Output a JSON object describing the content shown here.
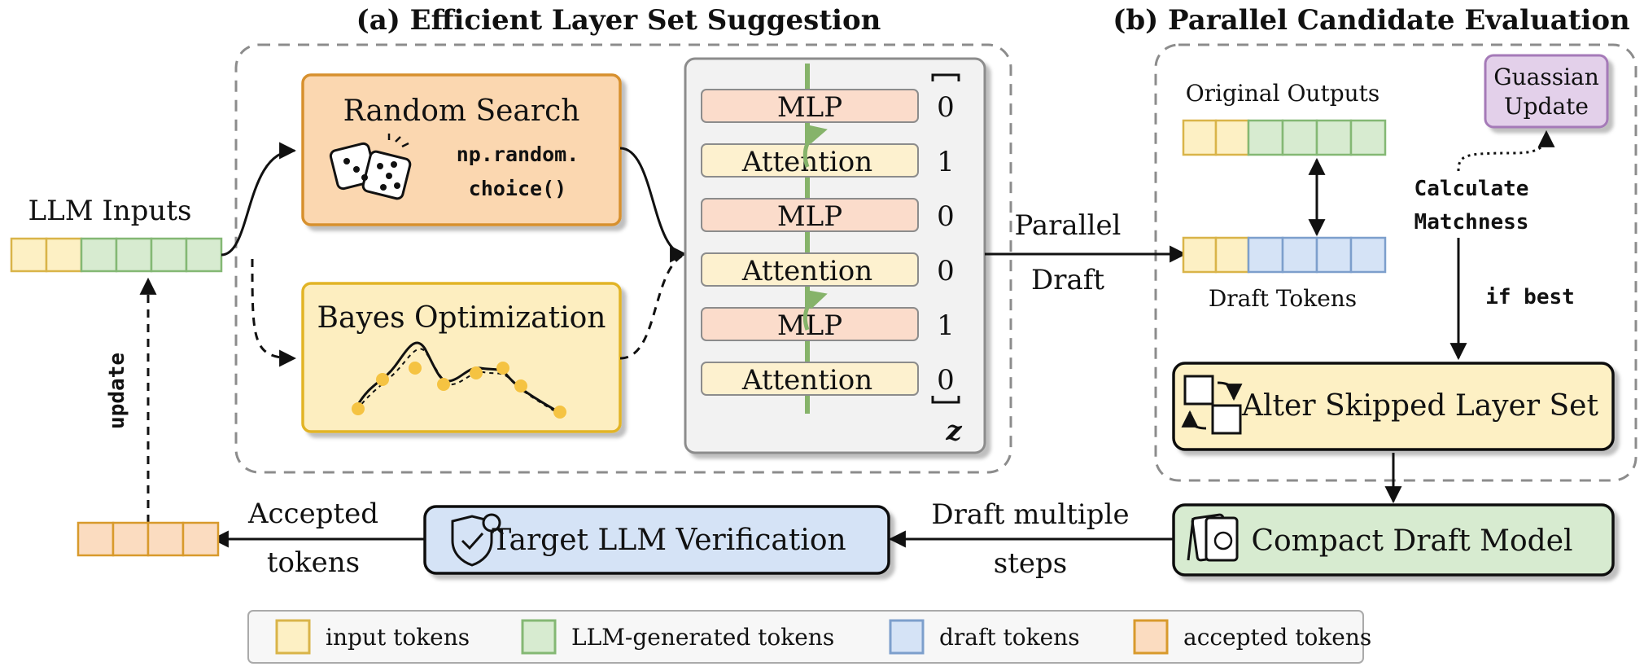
{
  "titles": {
    "a": "(a) Efficient Layer Set Suggestion",
    "b": "(b) Parallel Candidate Evaluation"
  },
  "llm_inputs": {
    "label": "LLM Inputs"
  },
  "update_label": "update",
  "random_search": {
    "title": "Random Search",
    "code_line1": "np.random.",
    "code_line2": "choice()"
  },
  "bayes": {
    "title": "Bayes Optimization"
  },
  "layers": [
    {
      "name": "MLP",
      "bit": "0"
    },
    {
      "name": "Attention",
      "bit": "1"
    },
    {
      "name": "MLP",
      "bit": "0"
    },
    {
      "name": "Attention",
      "bit": "0"
    },
    {
      "name": "MLP",
      "bit": "1"
    },
    {
      "name": "Attention",
      "bit": "0"
    }
  ],
  "z_label": "z",
  "parallel_draft": {
    "line1": "Parallel",
    "line2": "Draft"
  },
  "original_outputs": "Original Outputs",
  "draft_tokens": "Draft Tokens",
  "gaussian_update": {
    "line1": "Guassian",
    "line2": "Update"
  },
  "calculate": {
    "line1": "Calculate",
    "line2": "Matchness"
  },
  "if_best": "if best",
  "alter": "Alter Skipped Layer Set",
  "compact": "Compact Draft Model",
  "draft_multiple": {
    "line1": "Draft multiple",
    "line2": "steps"
  },
  "target_verification": "Target LLM Verification",
  "accepted": {
    "line1": "Accepted",
    "line2": "tokens"
  },
  "legend": [
    {
      "label": "input tokens",
      "color": "#fdf0c4",
      "border": "#d9b449"
    },
    {
      "label": "LLM-generated tokens",
      "color": "#d7ebd0",
      "border": "#84b874"
    },
    {
      "label": "draft tokens",
      "color": "#d5e3f6",
      "border": "#7d9fcc"
    },
    {
      "label": "accepted tokens",
      "color": "#fbdcc0",
      "border": "#d89a2c"
    }
  ],
  "colors": {
    "input": "#fdf0c4",
    "input_border": "#d9b449",
    "generated": "#d7ebd0",
    "generated_border": "#84b874",
    "draft": "#d5e3f6",
    "draft_border": "#7d9fcc",
    "accepted": "#fbdcc0",
    "accepted_border": "#d89a2c",
    "random_fill": "#fbd7b0",
    "random_border": "#d7902d",
    "bayes_fill": "#fdeec0",
    "bayes_border": "#e2b426",
    "mlp_fill": "#fbdccb",
    "attention_fill": "#fdf1cf",
    "alter_fill": "#fdf0c4",
    "compact_fill": "#d7ebd0",
    "target_fill": "#d5e3f6",
    "gaussian_fill": "#e3d0ea",
    "gaussian_border": "#a57ab8",
    "green_arrow": "#86b36a"
  }
}
